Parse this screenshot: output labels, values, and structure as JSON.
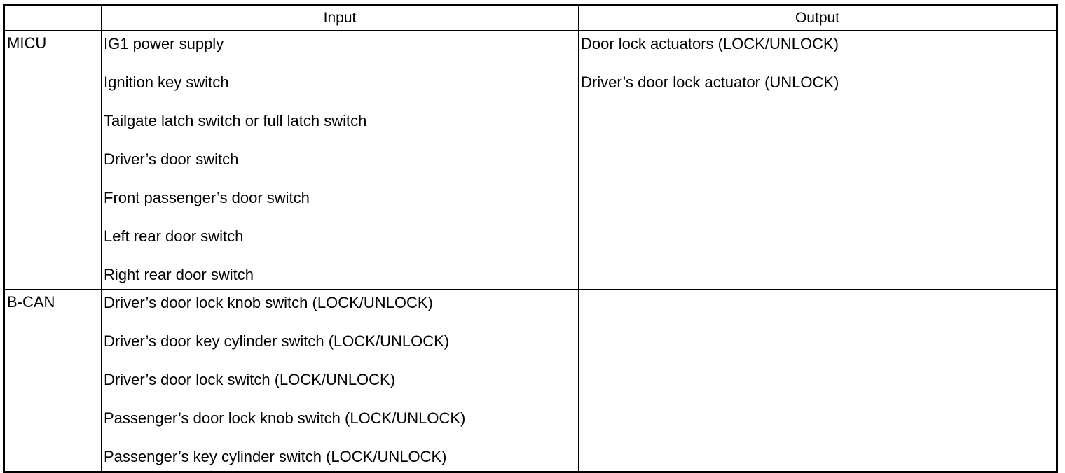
{
  "table": {
    "headers": {
      "unit": "",
      "input": "Input",
      "output": "Output"
    },
    "rows": [
      {
        "unit": "MICU",
        "inputs": [
          "IG1 power supply",
          "Ignition key switch",
          "Tailgate latch switch or full latch switch",
          "Driver’s door switch",
          "Front passenger’s door switch",
          "Left rear door switch",
          "Right rear door switch"
        ],
        "outputs": [
          "Door lock actuators (LOCK/UNLOCK)",
          "Driver’s door lock actuator (UNLOCK)"
        ]
      },
      {
        "unit": "B-CAN",
        "inputs": [
          "Driver’s door lock knob switch (LOCK/UNLOCK)",
          "Driver’s door key cylinder switch (LOCK/UNLOCK)",
          "Driver’s door lock switch (LOCK/UNLOCK)",
          "Passenger’s door lock knob switch (LOCK/UNLOCK)",
          "Passenger’s key cylinder switch (LOCK/UNLOCK)"
        ],
        "outputs": []
      }
    ]
  }
}
